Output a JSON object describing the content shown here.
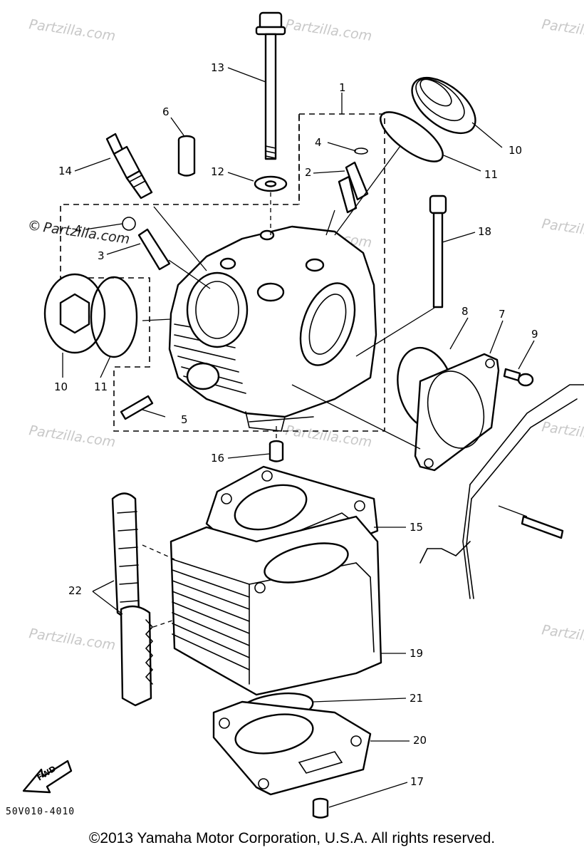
{
  "watermark": "Partzilla.com",
  "watermark_symbol": "©",
  "diagram_code": "50V010-4010",
  "copyright": "©2013 Yamaha Motor Corporation, U.S.A. All rights reserved.",
  "fwd_arrow": "FWD",
  "callouts": {
    "c1": "1",
    "c2": "2",
    "c3": "3",
    "c4a": "4",
    "c4b": "4",
    "c5": "5",
    "c6": "6",
    "c7": "7",
    "c8": "8",
    "c9": "9",
    "c10a": "10",
    "c10b": "10",
    "c11a": "11",
    "c11b": "11",
    "c12": "12",
    "c13": "13",
    "c14": "14",
    "c15": "15",
    "c16": "16",
    "c17": "17",
    "c18": "18",
    "c19": "19",
    "c20": "20",
    "c21": "21",
    "c22": "22"
  }
}
